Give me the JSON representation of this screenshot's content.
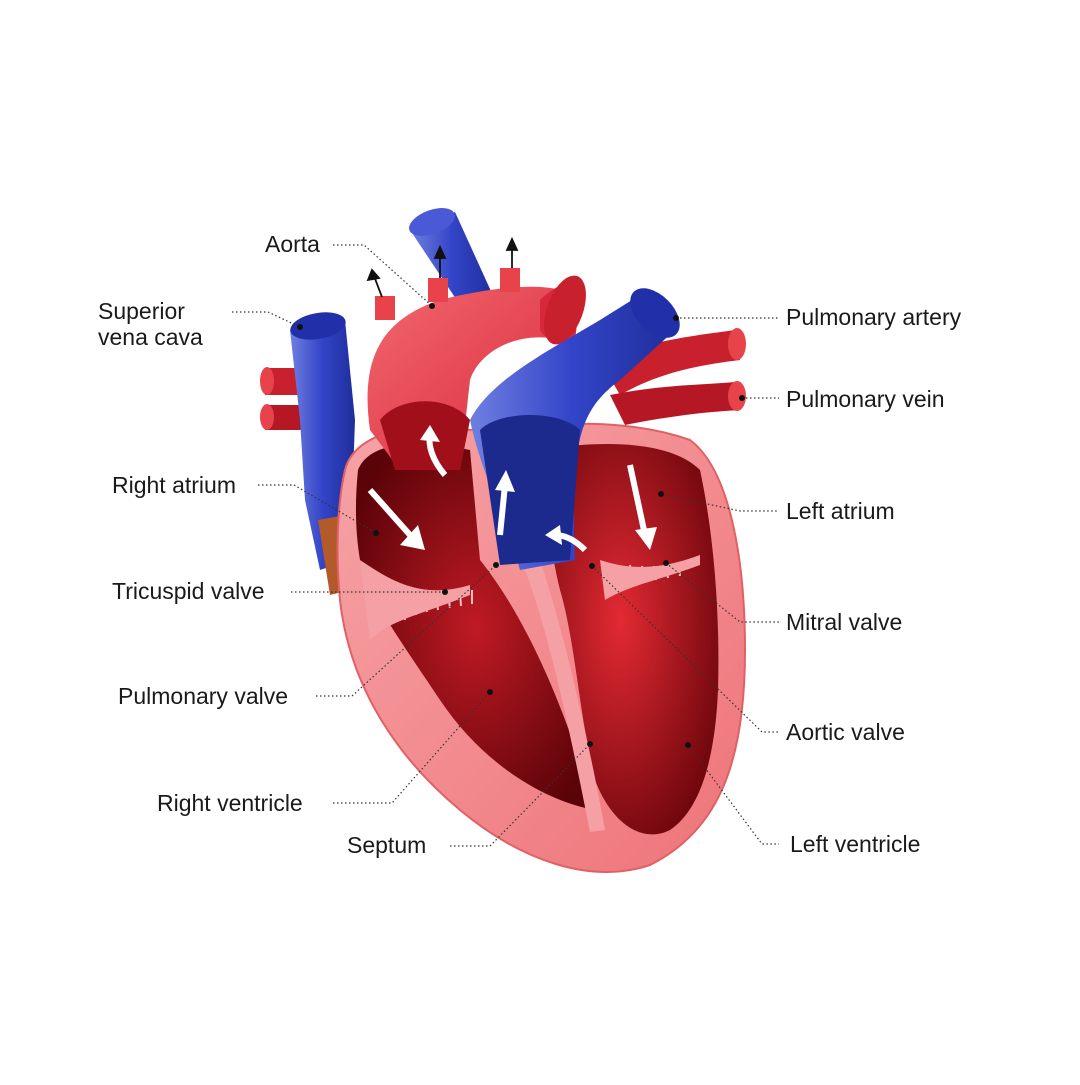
{
  "colors": {
    "artery_red": "#e8434a",
    "chamber_dark": "#8b0a12",
    "vein_blue": "#2f3fc2",
    "wall_pink": "#f08a8e",
    "flow_arrow": "#ffffff"
  },
  "labels": {
    "aorta": "Aorta",
    "superior_vena_cava": "Superior\nvena cava",
    "pulmonary_artery": "Pulmonary artery",
    "pulmonary_vein": "Pulmonary vein",
    "right_atrium": "Right atrium",
    "left_atrium": "Left atrium",
    "tricuspid_valve": "Tricuspid valve",
    "mitral_valve": "Mitral valve",
    "pulmonary_valve": "Pulmonary valve",
    "aortic_valve": "Aortic valve",
    "right_ventricle": "Right ventricle",
    "left_ventricle": "Left ventricle",
    "septum": "Septum"
  }
}
